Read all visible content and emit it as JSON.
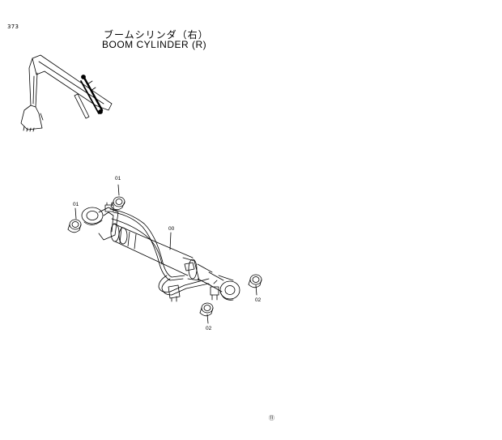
{
  "header": {
    "page_number": "373",
    "title_jp": "ブームシリンダ（右）",
    "title_en": "BOOM  CYLINDER  (R)"
  },
  "callouts": {
    "label_01_top": "01",
    "label_01_left": "01",
    "label_00": "00",
    "label_02_right": "02",
    "label_02_bottom": "02"
  },
  "footer": {
    "mark": "⑪"
  }
}
